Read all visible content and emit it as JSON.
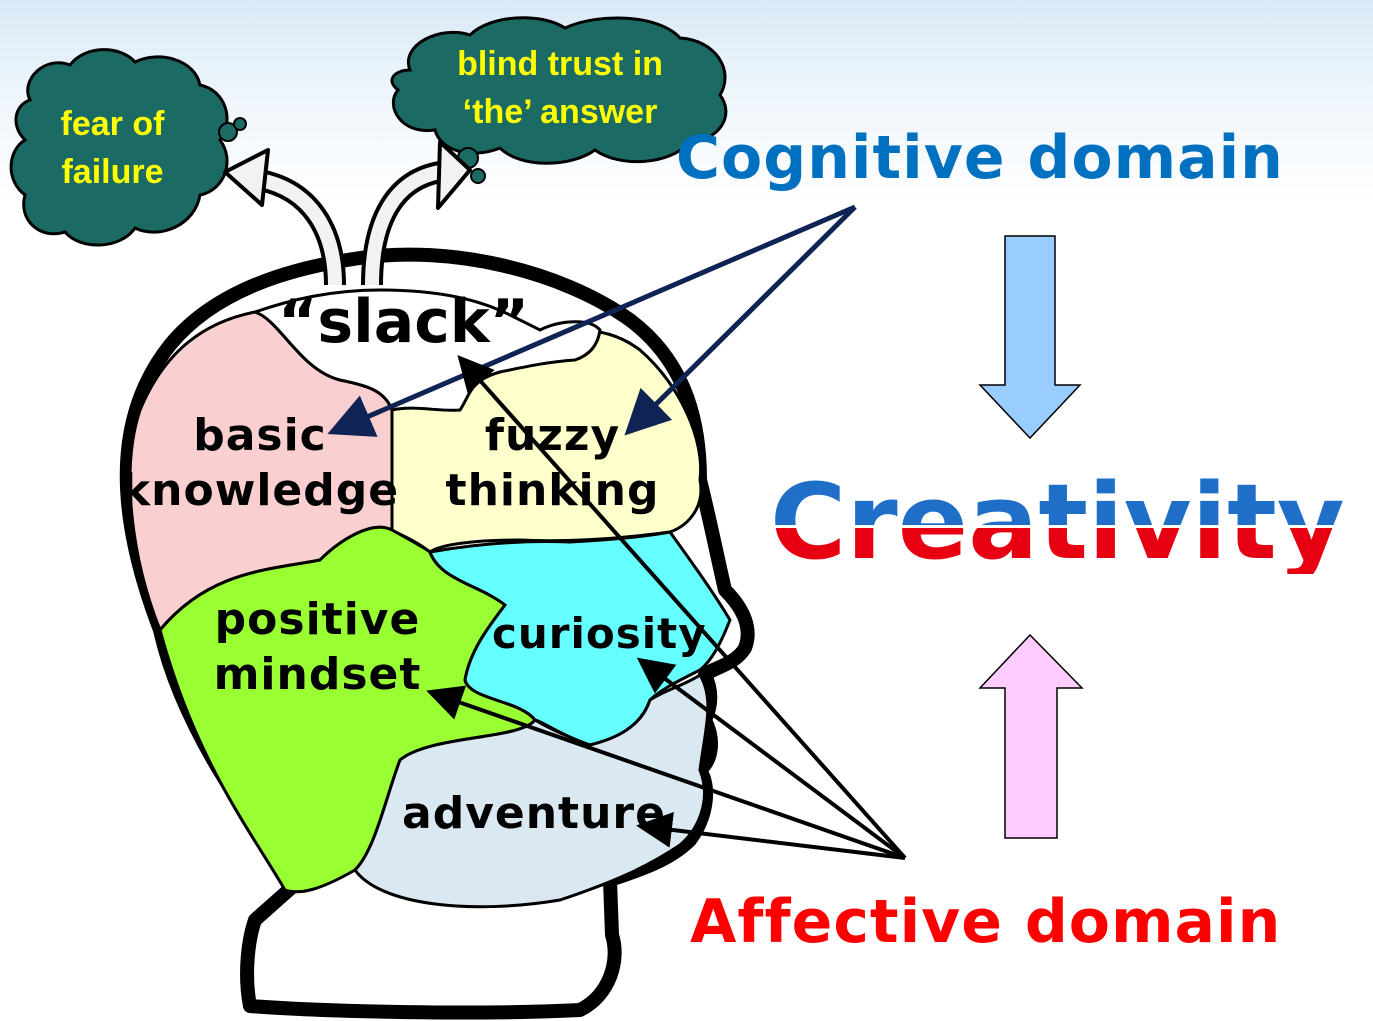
{
  "clouds": {
    "left": "fear of\nfailure",
    "right": "blind trust in\n‘the’ answer"
  },
  "regions": {
    "slack": "“slack”",
    "basic_knowledge": "basic\nknowledge",
    "fuzzy_thinking": "fuzzy\nthinking",
    "positive_mindset": "positive\nmindset",
    "curiosity": "curiosity",
    "adventure": "adventure"
  },
  "domains": {
    "cognitive": "Cognitive domain",
    "creativity": "Creativity",
    "affective": "Affective domain"
  },
  "colors": {
    "cloud": "#1b6b64",
    "cloud_text": "#ffff00",
    "cognitive": "#0070c0",
    "affective": "#ff0000",
    "basic_knowledge": "#f9cfd0",
    "fuzzy_thinking": "#ffffcc",
    "positive_mindset": "#99ff33",
    "curiosity": "#66ffff",
    "adventure": "#dae9f1",
    "down_arrow": "#99ccff",
    "up_arrow": "#ffccff"
  }
}
